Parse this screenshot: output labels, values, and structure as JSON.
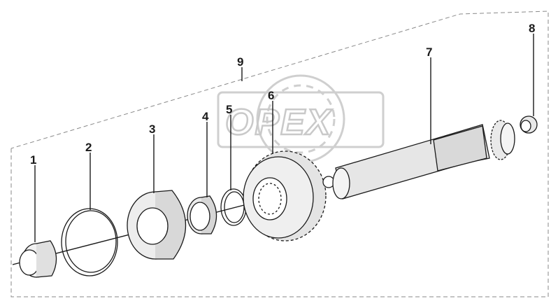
{
  "diagram": {
    "callouts": [
      "1",
      "2",
      "3",
      "4",
      "5",
      "6",
      "7",
      "8",
      "9"
    ],
    "watermark": "OPEX"
  }
}
